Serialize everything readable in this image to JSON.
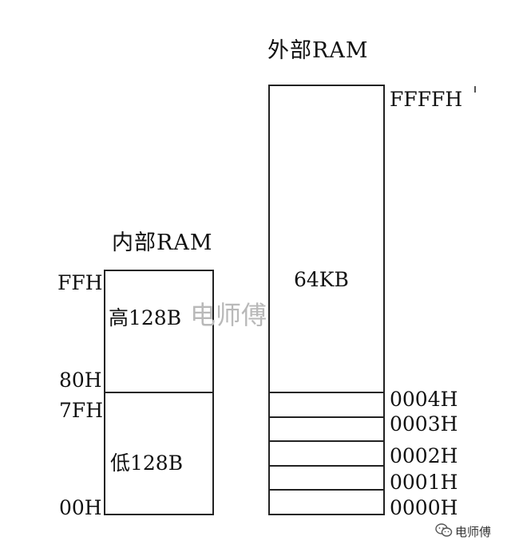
{
  "internal": {
    "title": "内部RAM",
    "high_label": "高128B",
    "low_label": "低128B",
    "addr_ff": "FFH",
    "addr_80": "80H",
    "addr_7f": "7FH",
    "addr_00": "00H"
  },
  "external": {
    "title": "外部RAM",
    "size_label": "64KB",
    "addr_top": "FFFFH",
    "cells": [
      "0004H",
      "0003H",
      "0002H",
      "0001H",
      "0000H"
    ]
  },
  "watermark": "电师傅",
  "footer": {
    "icon": "wechat-icon",
    "text": "电师傅"
  }
}
